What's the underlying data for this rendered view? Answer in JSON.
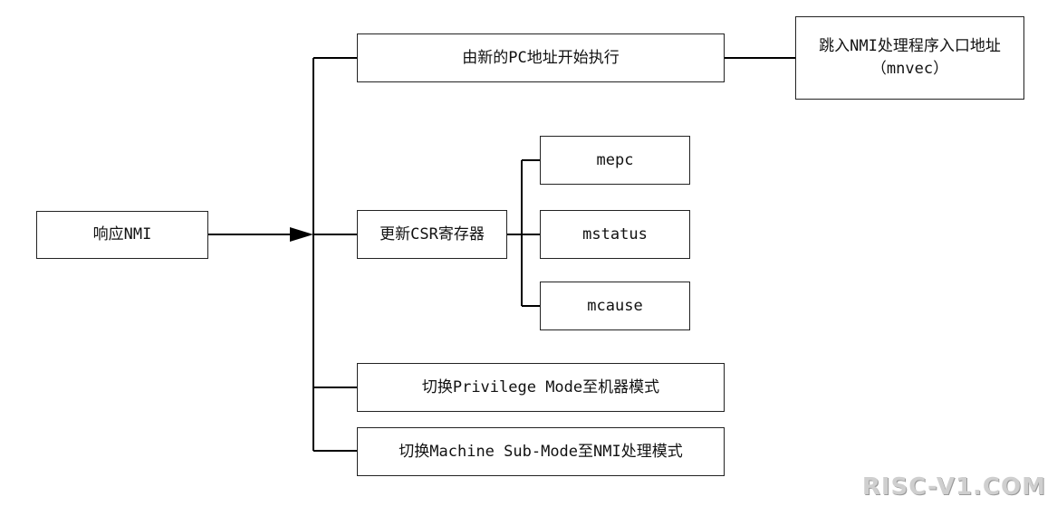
{
  "nodes": {
    "respond_nmi": "响应NMI",
    "exec_from_new_pc": "由新的PC地址开始执行",
    "jump_nmi_entry": "跳入NMI处理程序入口地址（mnvec）",
    "update_csr": "更新CSR寄存器",
    "mepc": "mepc",
    "mstatus": "mstatus",
    "mcause": "mcause",
    "switch_privilege": "切换Privilege Mode至机器模式",
    "switch_machine_sub": "切换Machine Sub-Mode至NMI处理模式"
  },
  "watermark": "RISC-V1.COM",
  "colors": {
    "line": "#000000",
    "border": "#222222",
    "watermark": "#cfcfcf"
  }
}
